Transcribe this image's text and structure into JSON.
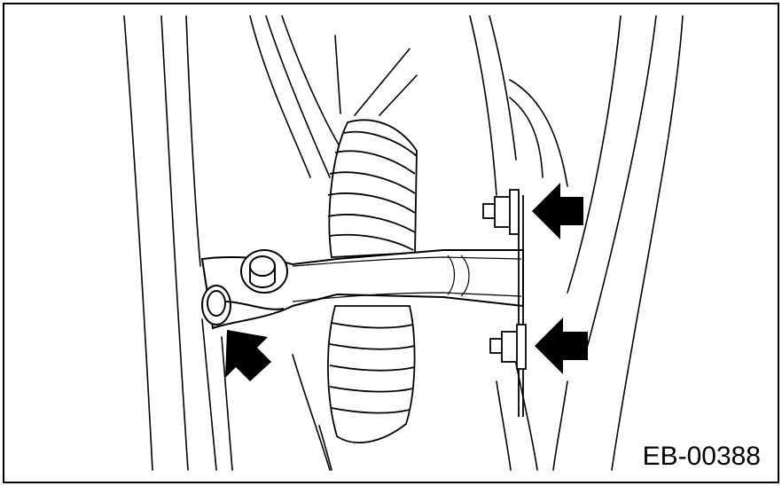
{
  "figure": {
    "id_label": "EB-00388",
    "subject": "door-check-link-with-bolts",
    "callouts": [
      {
        "target": "upper-bolt",
        "arrow": "arrow-left-icon"
      },
      {
        "target": "lower-bolt",
        "arrow": "arrow-left-icon"
      },
      {
        "target": "pivot-pin",
        "arrow": "arrow-up-left-icon"
      }
    ]
  },
  "colors": {
    "line": "#000000",
    "fill": "#ffffff"
  }
}
